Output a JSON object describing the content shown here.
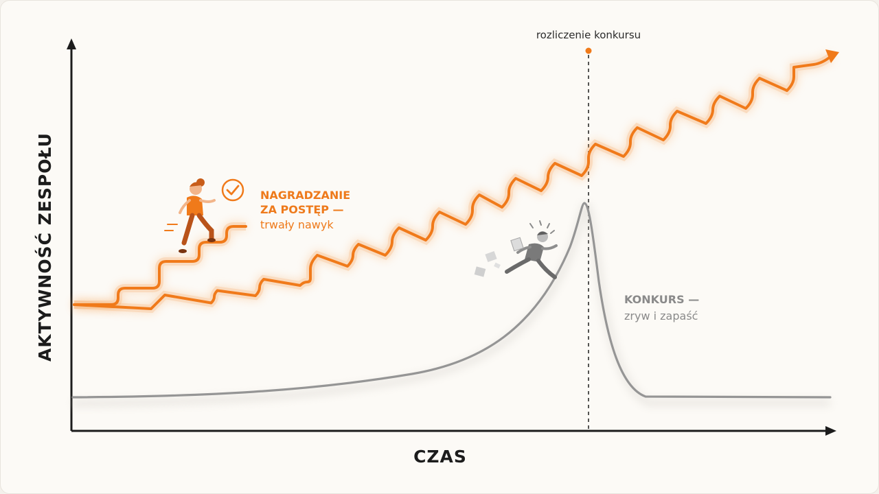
{
  "axes": {
    "y_label": "AKTYWNOŚĆ ZESPOŁU",
    "x_label": "CZAS"
  },
  "marker": {
    "label": "rozliczenie konkursu"
  },
  "series_progress": {
    "title_line1": "NAGRADZANIE",
    "title_line2": "ZA POSTĘP —",
    "subtitle": "trwały nawyk",
    "color": "#f07a1a"
  },
  "series_contest": {
    "title": "KONKURS —",
    "subtitle": "zryw i zapaść",
    "color": "#8e8e8e"
  },
  "icons": [
    "checkmark-circle-icon",
    "climbing-person-icon",
    "running-person-icon",
    "flying-papers-icon",
    "arrow-up-right-icon"
  ]
}
